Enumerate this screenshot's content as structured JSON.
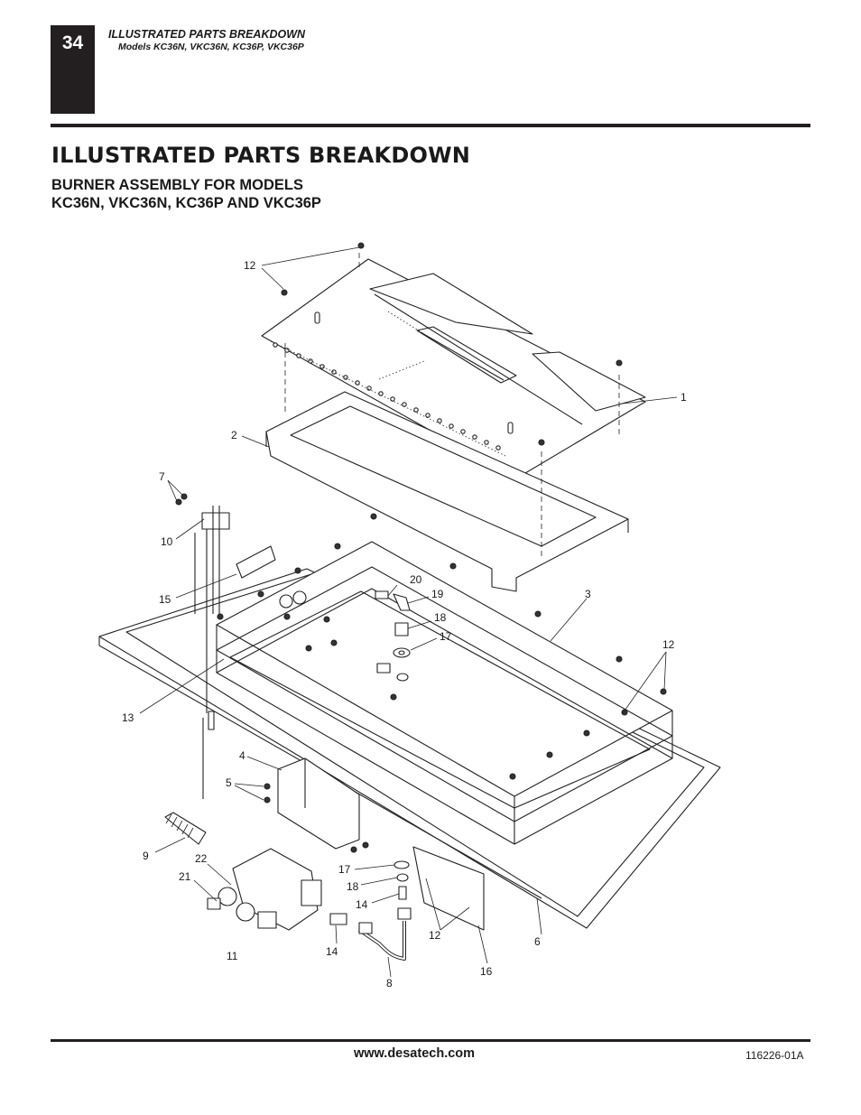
{
  "header": {
    "page_number": "34",
    "section_title": "ILLUSTRATED PARTS BREAKDOWN",
    "models_line": "Models KC36N, VKC36N, KC36P, VKC36P"
  },
  "title": "ILLUSTRATED PARTS BREAKDOWN",
  "subtitle_line1": "BURNER ASSEMBLY FOR MODELS",
  "subtitle_line2": "KC36N, VKC36N, KC36P AND VKC36P",
  "callouts": {
    "c12a": "12",
    "c1": "1",
    "c2": "2",
    "c7": "7",
    "c10": "10",
    "c15": "15",
    "c20": "20",
    "c19": "19",
    "c18a": "18",
    "c17a": "17",
    "c3": "3",
    "c12b": "12",
    "c13": "13",
    "c4": "4",
    "c5": "5",
    "c9": "9",
    "c22": "22",
    "c21": "21",
    "c17b": "17",
    "c18b": "18",
    "c14a": "14",
    "c12c": "12",
    "c6": "6",
    "c14b": "14",
    "c11": "11",
    "c8": "8",
    "c16": "16"
  },
  "footer": {
    "website": "www.desatech.com",
    "doc_code": "116226-01A"
  }
}
